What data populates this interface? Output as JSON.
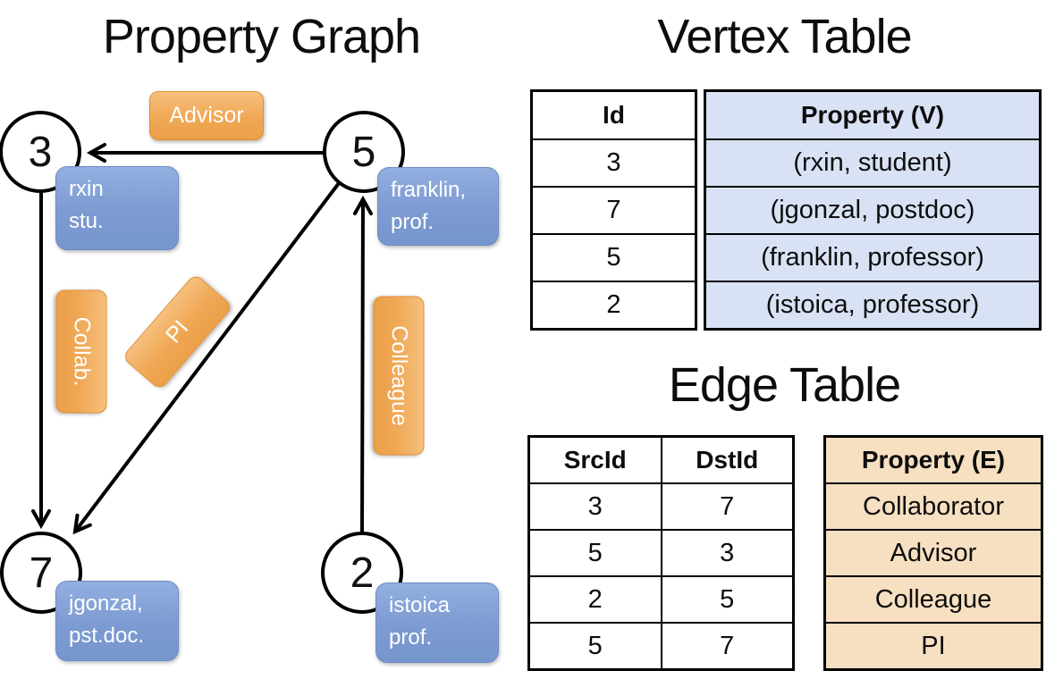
{
  "graph": {
    "title": "Property Graph",
    "vertices": [
      {
        "id": "3",
        "label": "rxin\nstu."
      },
      {
        "id": "5",
        "label": "franklin,\nprof."
      },
      {
        "id": "7",
        "label": "jgonzal,\npst.doc."
      },
      {
        "id": "2",
        "label": "istoica\nprof."
      }
    ],
    "edge_labels": [
      {
        "text": "Advisor"
      },
      {
        "text": "Collab."
      },
      {
        "text": "PI"
      },
      {
        "text": "Colleague"
      }
    ]
  },
  "vertex_table": {
    "title": "Vertex Table",
    "columns": {
      "id": "Id",
      "property": "Property (V)"
    },
    "rows": [
      {
        "id": "3",
        "property": "(rxin, student)"
      },
      {
        "id": "7",
        "property": "(jgonzal, postdoc)"
      },
      {
        "id": "5",
        "property": "(franklin, professor)"
      },
      {
        "id": "2",
        "property": "(istoica, professor)"
      }
    ]
  },
  "edge_table": {
    "title": "Edge Table",
    "columns": {
      "src": "SrcId",
      "dst": "DstId",
      "property": "Property (E)"
    },
    "rows": [
      {
        "src": "3",
        "dst": "7",
        "property": "Collaborator"
      },
      {
        "src": "5",
        "dst": "3",
        "property": "Advisor"
      },
      {
        "src": "2",
        "dst": "5",
        "property": "Colleague"
      },
      {
        "src": "5",
        "dst": "7",
        "property": "PI"
      }
    ]
  },
  "colors": {
    "node_label_blue": "#7E9CD3",
    "edge_label_orange": "#EDA14C",
    "vertex_property_fill": "#D9E2F4",
    "edge_property_fill": "#F7E0C2",
    "line_black": "#000000"
  }
}
